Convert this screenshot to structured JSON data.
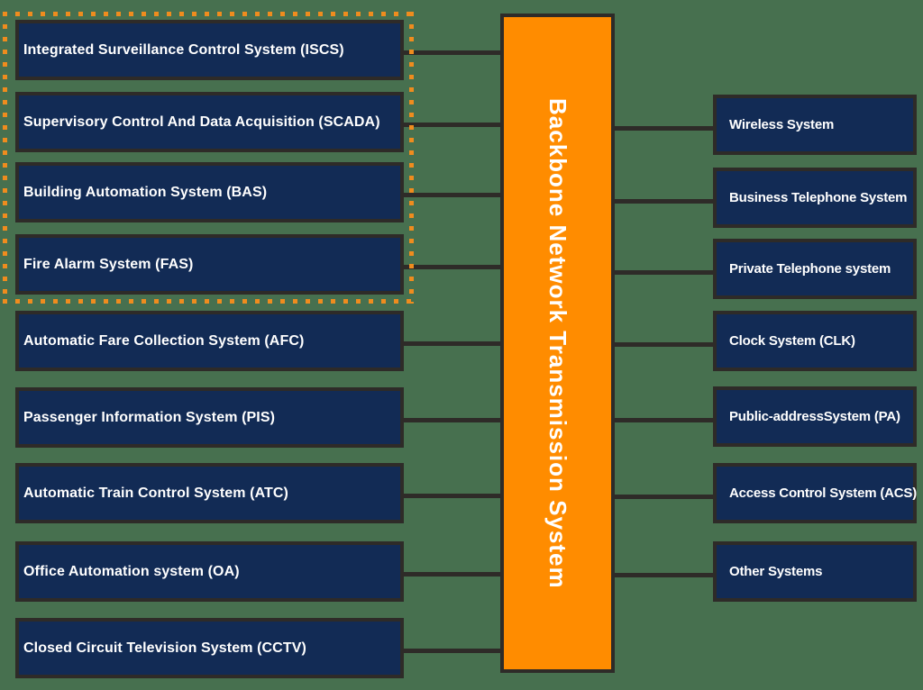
{
  "diagram": {
    "center": {
      "label": "Backbone Network Transmission System"
    },
    "left_systems": [
      "Integrated Surveillance Control System (ISCS)",
      "Supervisory Control And Data Acquisition (SCADA)",
      "Building Automation System (BAS)",
      "Fire Alarm System (FAS)",
      "Automatic Fare Collection System (AFC)",
      "Passenger Information System (PIS)",
      "Automatic Train Control System (ATC)",
      "Office Automation system (OA)",
      "Closed Circuit Television System (CCTV)"
    ],
    "right_systems": [
      "Wireless System",
      "Business Telephone System",
      "Private Telephone system",
      "Clock System (CLK)",
      "Public-addressSystem (PA)",
      "Access Control System (ACS)",
      "Other Systems"
    ],
    "grouped_left_systems_count": 4,
    "colors": {
      "background": "#47704F",
      "node_fill": "#122B55",
      "node_border": "#2E2B28",
      "connector": "#2E2B28",
      "center_fill": "#FF8C00",
      "group_outline": "#EF8C1E",
      "text": "#FFFFFF"
    }
  }
}
